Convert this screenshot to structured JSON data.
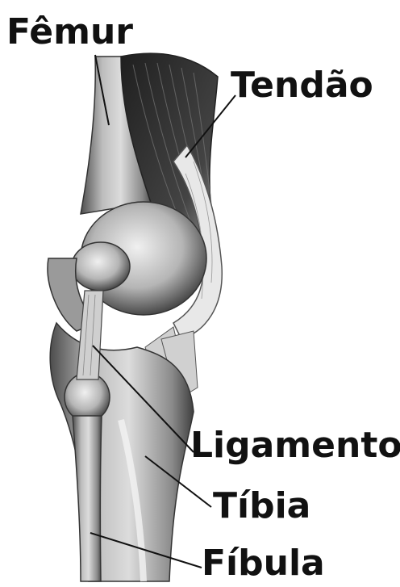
{
  "labels": {
    "femur": "Fêmur",
    "tendao": "Tendão",
    "ligamento": "Ligamento",
    "tibia": "Tíbia",
    "fibula": "Fíbula"
  },
  "colors": {
    "bone_light": "#d9d9d9",
    "bone_mid": "#a8a8a8",
    "bone_dark": "#4a4a4a",
    "muscle": "#2b2b2b",
    "line": "#111111"
  }
}
